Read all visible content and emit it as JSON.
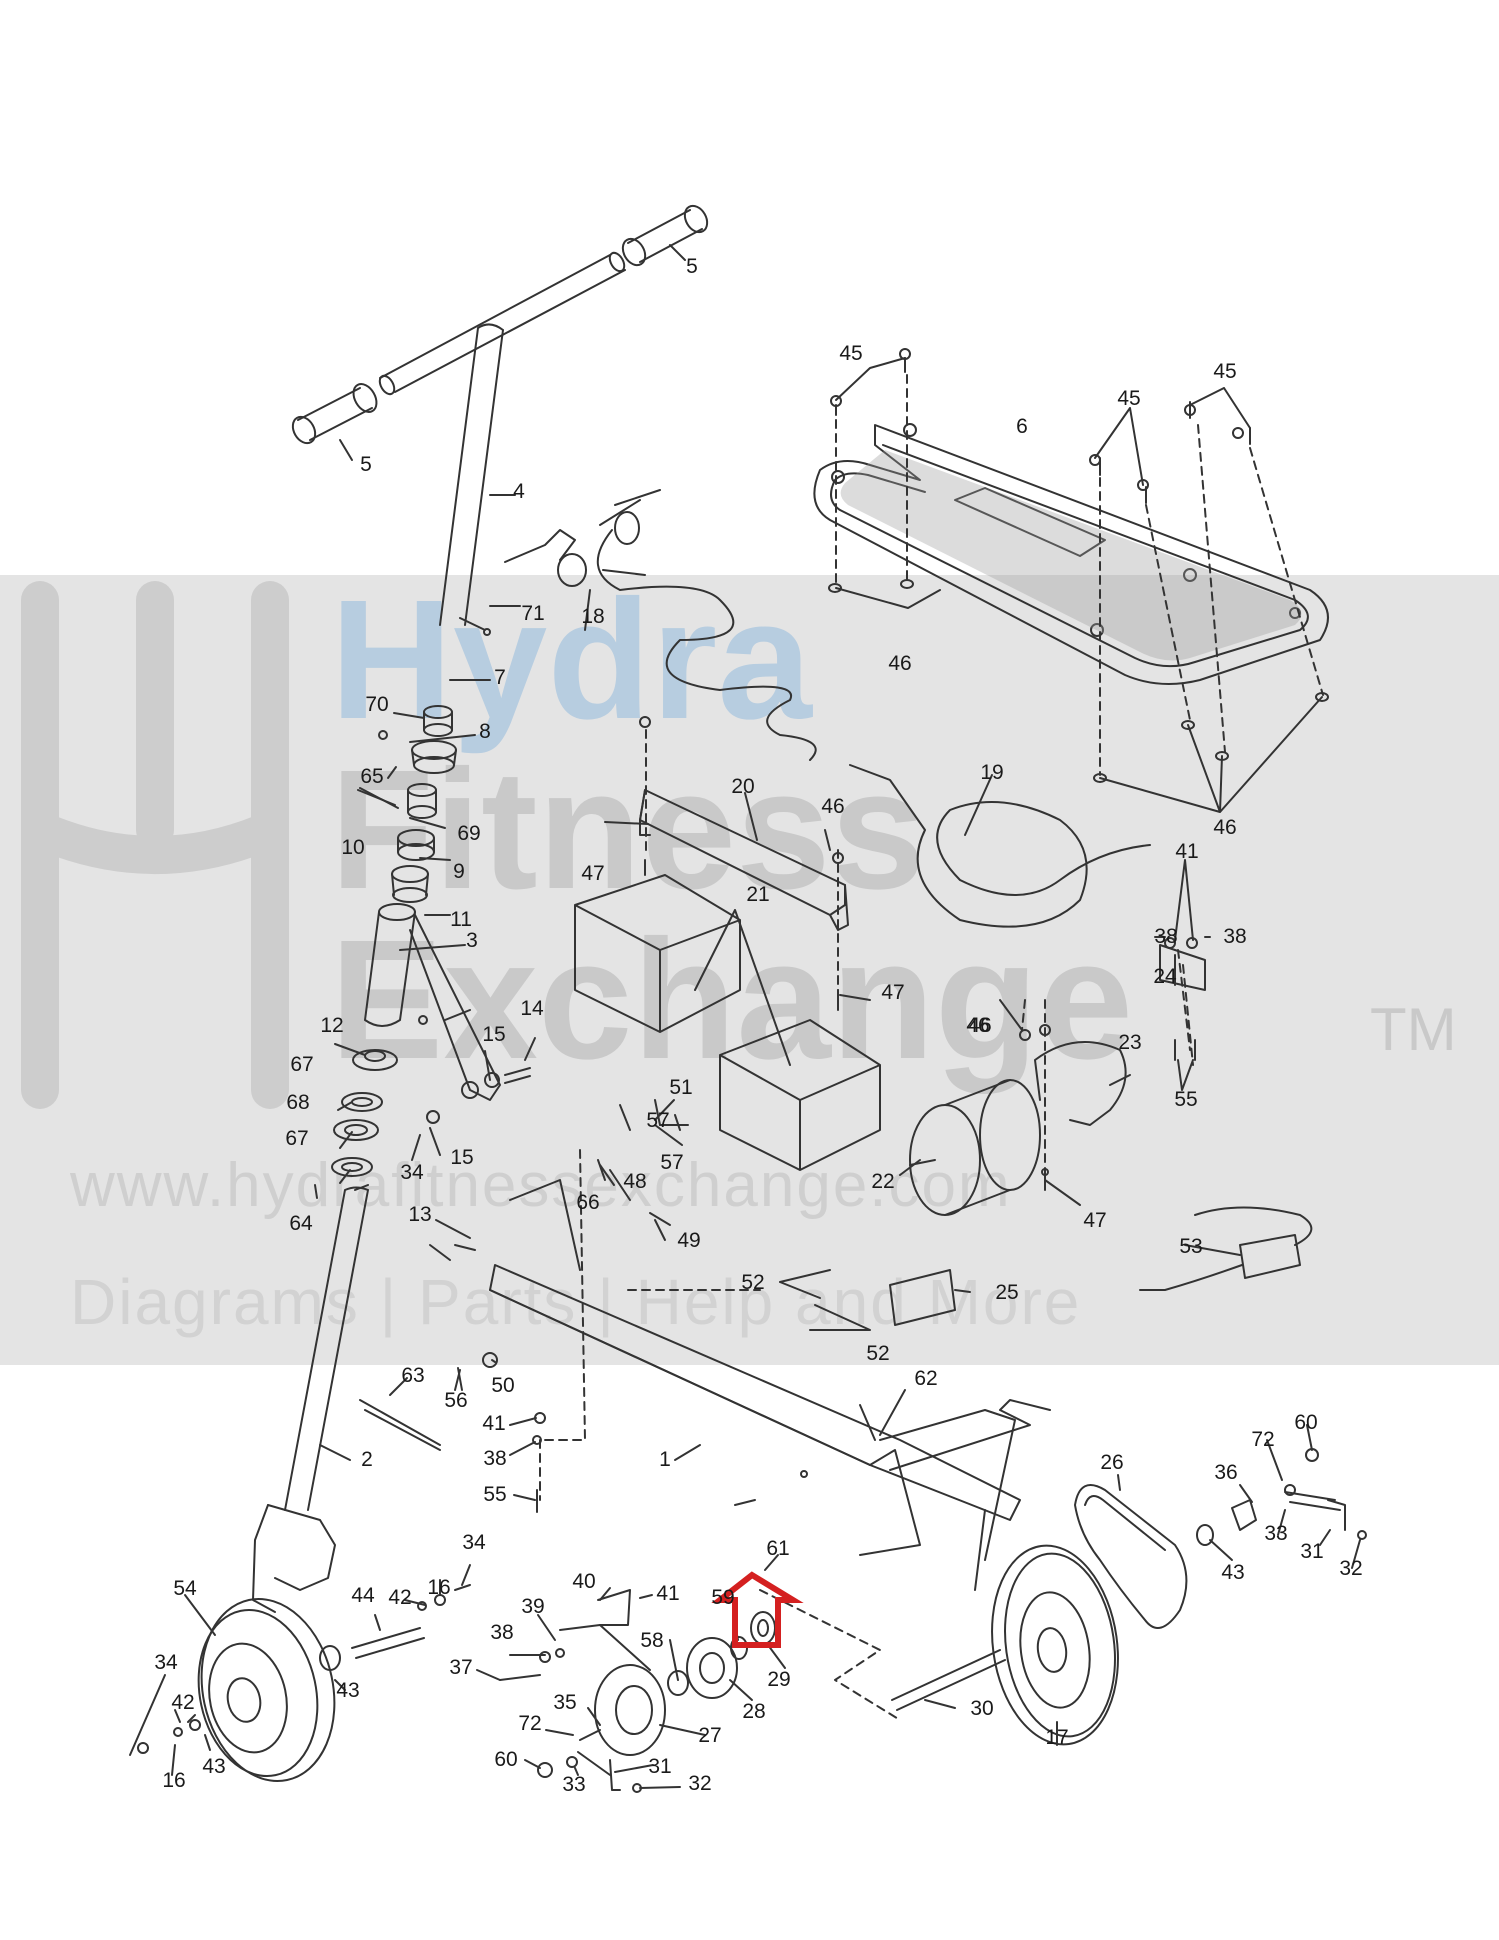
{
  "watermark": {
    "line1": "Hydra",
    "line2": "Fitness",
    "line3": "Exchange",
    "tm": "TM",
    "url": "www.hydrafitnessexchange.com",
    "tagline": "Diagrams | Parts | Help and More"
  },
  "highlight_color": "#d42020",
  "callouts": [
    {
      "label": "5"
    },
    {
      "label": "5"
    },
    {
      "label": "4"
    },
    {
      "label": "71"
    },
    {
      "label": "7"
    },
    {
      "label": "70"
    },
    {
      "label": "8"
    },
    {
      "label": "65"
    },
    {
      "label": "69"
    },
    {
      "label": "10"
    },
    {
      "label": "9"
    },
    {
      "label": "11"
    },
    {
      "label": "3"
    },
    {
      "label": "12"
    },
    {
      "label": "14"
    },
    {
      "label": "15"
    },
    {
      "label": "67"
    },
    {
      "label": "68"
    },
    {
      "label": "67"
    },
    {
      "label": "34"
    },
    {
      "label": "15"
    },
    {
      "label": "64"
    },
    {
      "label": "13"
    },
    {
      "label": "18"
    },
    {
      "label": "45"
    },
    {
      "label": "45"
    },
    {
      "label": "45"
    },
    {
      "label": "6"
    },
    {
      "label": "46"
    },
    {
      "label": "46"
    },
    {
      "label": "20"
    },
    {
      "label": "46"
    },
    {
      "label": "47"
    },
    {
      "label": "19"
    },
    {
      "label": "46"
    },
    {
      "label": "21"
    },
    {
      "label": "47"
    },
    {
      "label": "41"
    },
    {
      "label": "38"
    },
    {
      "label": "38"
    },
    {
      "label": "24"
    },
    {
      "label": "46"
    },
    {
      "label": "23"
    },
    {
      "label": "55"
    },
    {
      "label": "22"
    },
    {
      "label": "47"
    },
    {
      "label": "51"
    },
    {
      "label": "57"
    },
    {
      "label": "57"
    },
    {
      "label": "48"
    },
    {
      "label": "66"
    },
    {
      "label": "49"
    },
    {
      "label": "53"
    },
    {
      "label": "52"
    },
    {
      "label": "25"
    },
    {
      "label": "52"
    },
    {
      "label": "50"
    },
    {
      "label": "56"
    },
    {
      "label": "63"
    },
    {
      "label": "62"
    },
    {
      "label": "41"
    },
    {
      "label": "38"
    },
    {
      "label": "55"
    },
    {
      "label": "2"
    },
    {
      "label": "1"
    },
    {
      "label": "26"
    },
    {
      "label": "60"
    },
    {
      "label": "72"
    },
    {
      "label": "36"
    },
    {
      "label": "33"
    },
    {
      "label": "31"
    },
    {
      "label": "32"
    },
    {
      "label": "43"
    },
    {
      "label": "61"
    },
    {
      "label": "54"
    },
    {
      "label": "42"
    },
    {
      "label": "16"
    },
    {
      "label": "34"
    },
    {
      "label": "44"
    },
    {
      "label": "43"
    },
    {
      "label": "40"
    },
    {
      "label": "41"
    },
    {
      "label": "39"
    },
    {
      "label": "38"
    },
    {
      "label": "37"
    },
    {
      "label": "58"
    },
    {
      "label": "59"
    },
    {
      "label": "28"
    },
    {
      "label": "29"
    },
    {
      "label": "35"
    },
    {
      "label": "27"
    },
    {
      "label": "72"
    },
    {
      "label": "60"
    },
    {
      "label": "33"
    },
    {
      "label": "31"
    },
    {
      "label": "32"
    },
    {
      "label": "30"
    },
    {
      "label": "17"
    },
    {
      "label": "34"
    },
    {
      "label": "42"
    },
    {
      "label": "16"
    },
    {
      "label": "43"
    }
  ]
}
